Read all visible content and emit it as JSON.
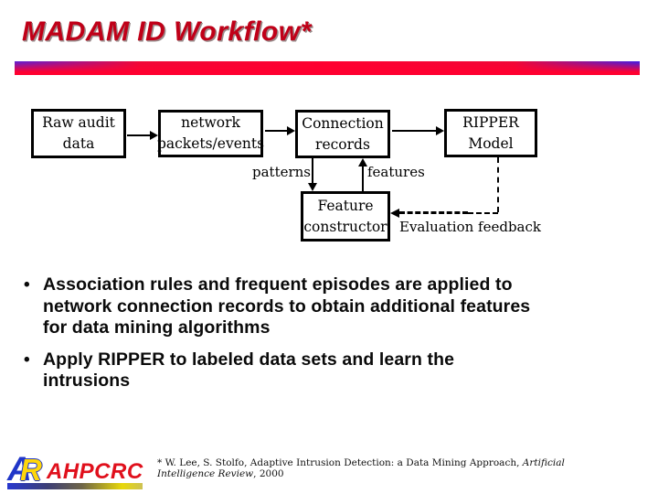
{
  "title": "MADAM ID Workflow*",
  "bullet_marker": "•",
  "diagram": {
    "boxes": [
      {
        "line1": "Raw audit",
        "line2": "data"
      },
      {
        "line1": "network",
        "line2": "packets/events"
      },
      {
        "line1": "Connection",
        "line2": "records"
      },
      {
        "line1": "RIPPER",
        "line2": "Model"
      },
      {
        "line1": "Feature",
        "line2": "constructor"
      }
    ],
    "labels": {
      "patterns": "patterns",
      "features": "features",
      "evaluation_feedback": "Evaluation feedback"
    }
  },
  "bullets": [
    {
      "lines": [
        "Association rules and frequent episodes are applied to",
        "network connection records to obtain additional features",
        "for data mining algorithms"
      ]
    },
    {
      "lines": [
        "Apply RIPPER to labeled data sets and learn the",
        "intrusions"
      ]
    }
  ],
  "footer": {
    "logo": {
      "a": "A",
      "r": "R",
      "text": "AHPCRC"
    },
    "citation": {
      "prefix": "* W. Lee, S. Stolfo, Adaptive Intrusion Detection: a Data Mining Approach, ",
      "journal": "Artificial Intelligence Review",
      "suffix": ", 2000"
    }
  },
  "colors": {
    "title_red": "#c00018",
    "bar_red": "#ff0030",
    "bar_blue_left": "#5a20d8",
    "bar_blue_right": "#3c1ee8",
    "logo_red": "#e0101c",
    "logo_blue": "#2036c8",
    "logo_yellow": "#ffd60a"
  }
}
